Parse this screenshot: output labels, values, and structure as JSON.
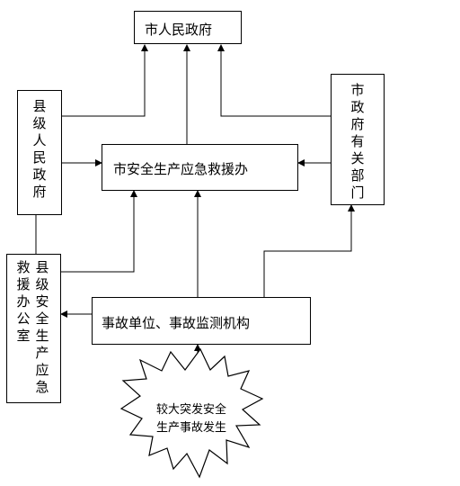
{
  "nodes": {
    "city_government": "市人民政府",
    "county_government": "县级人民政府",
    "city_emergency_office": "市安全生产应急救援办",
    "city_departments": "市政府有关部门",
    "county_emergency_office_col1": "县级安全生产应急",
    "county_emergency_office_col2": "救援办公室",
    "accident_unit": "事故单位、事故监测机构",
    "accident_event_line1": "较大突发安全",
    "accident_event_line2": "生产事故发生"
  }
}
